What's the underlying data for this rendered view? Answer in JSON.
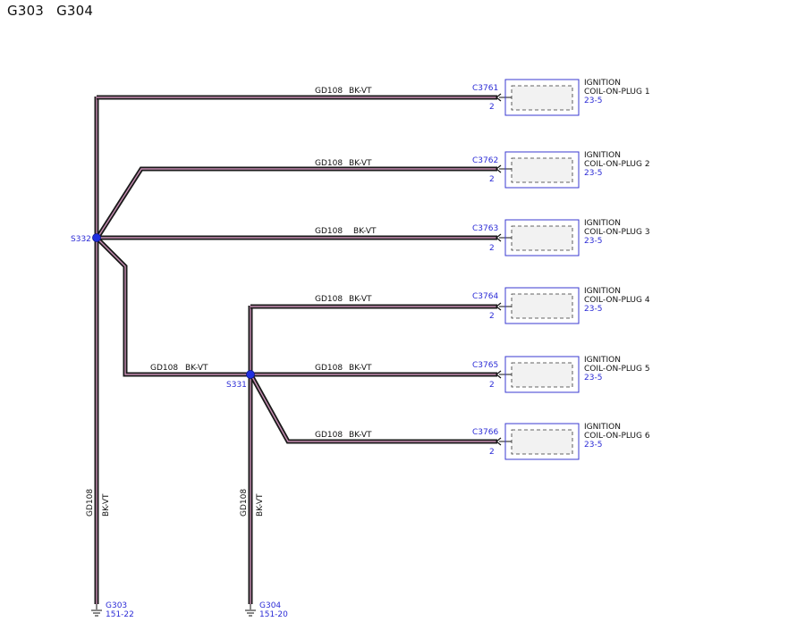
{
  "header": {
    "ground_1": "G303",
    "ground_2": "G304"
  },
  "circuit": {
    "code": "GD108",
    "color": "BK-VT"
  },
  "splices": {
    "s1": "S332",
    "s2": "S331"
  },
  "connectors": [
    {
      "id": "C3761",
      "pin": "2",
      "label1": "IGNITION",
      "label2": "COIL-ON-PLUG 1",
      "ref": "23-5"
    },
    {
      "id": "C3762",
      "pin": "2",
      "label1": "IGNITION",
      "label2": "COIL-ON-PLUG 2",
      "ref": "23-5"
    },
    {
      "id": "C3763",
      "pin": "2",
      "label1": "IGNITION",
      "label2": "COIL-ON-PLUG 3",
      "ref": "23-5"
    },
    {
      "id": "C3764",
      "pin": "2",
      "label1": "IGNITION",
      "label2": "COIL-ON-PLUG 4",
      "ref": "23-5"
    },
    {
      "id": "C3765",
      "pin": "2",
      "label1": "IGNITION",
      "label2": "COIL-ON-PLUG 5",
      "ref": "23-5"
    },
    {
      "id": "C3766",
      "pin": "2",
      "label1": "IGNITION",
      "label2": "COIL-ON-PLUG 6",
      "ref": "23-5"
    }
  ],
  "grounds": [
    {
      "id": "G303",
      "ref": "151-22"
    },
    {
      "id": "G304",
      "ref": "151-20"
    }
  ],
  "colors": {
    "wire_outer": "#1a1a1a",
    "wire_inner": "#c98fb5",
    "blue": "#2b2bd6",
    "splice": "#1f2fe0",
    "box_fill": "#f2f2f2"
  }
}
